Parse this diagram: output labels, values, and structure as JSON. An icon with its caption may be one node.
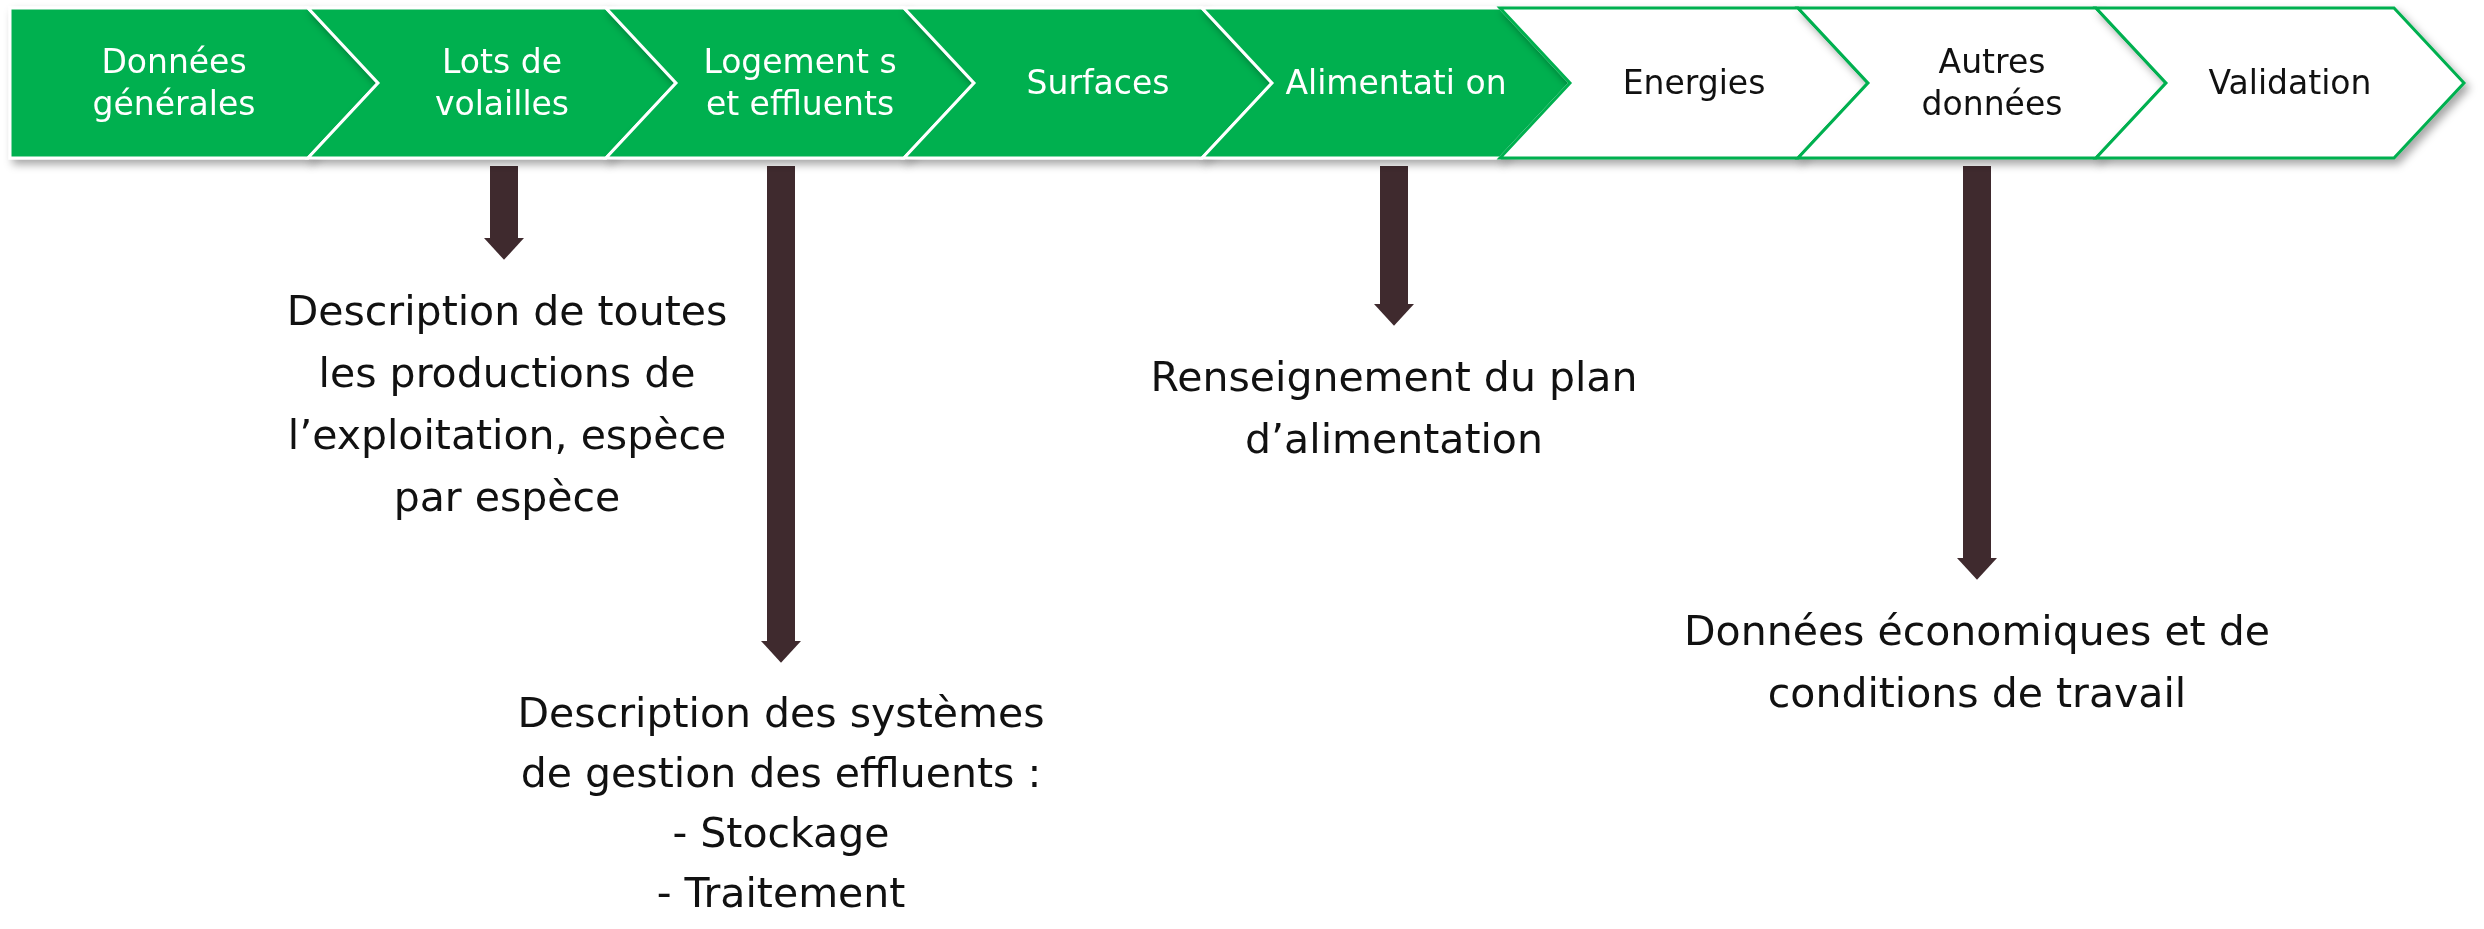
{
  "diagram": {
    "nodes": [
      {
        "text": [
          "Données générales"
        ]
      },
      {
        "text": [
          "Lots de volailles"
        ]
      },
      {
        "text": [
          "Logement s et effluents"
        ]
      },
      {
        "text": [
          "Surfaces"
        ]
      },
      {
        "text": [
          "Alimentati on"
        ]
      },
      {
        "text": [
          "Energies"
        ]
      },
      {
        "text": [
          "Autres données"
        ]
      },
      {
        "text": [
          "Validation"
        ]
      },
      {
        "text": [
          "Description de toutes les productions de l’exploitation, espèce par espèce"
        ]
      },
      {
        "text": [
          "Description des systèmes de gestion des effluents :",
          "-   Stockage",
          "-   Traitement"
        ]
      },
      {
        "text": [
          "Renseignement du plan d’alimentation"
        ]
      },
      {
        "text": [
          "Données économiques et de conditions de travail"
        ]
      }
    ],
    "edges": [
      {
        "from": 1,
        "to": 8,
        "arrow": "to"
      },
      {
        "from": 2,
        "to": 9,
        "arrow": "to"
      },
      {
        "from": 4,
        "to": 10,
        "arrow": "to"
      },
      {
        "from": 6,
        "to": 11,
        "arrow": "to"
      }
    ]
  }
}
